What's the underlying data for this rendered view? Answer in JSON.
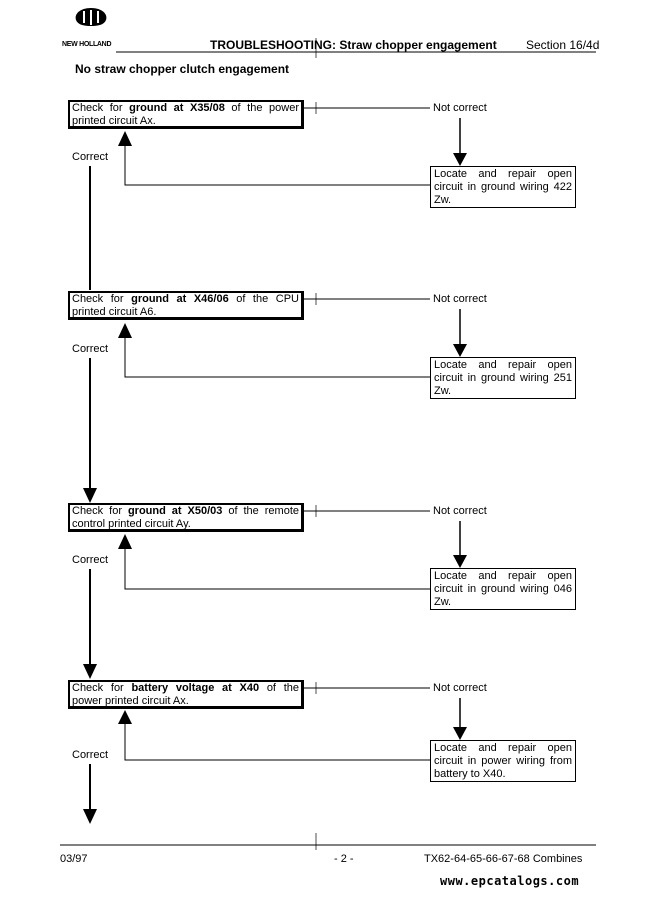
{
  "header": {
    "logo_text": "NEW HOLLAND",
    "title_bold": "TROUBLESHOOTING",
    "title_rest": ": Straw chopper engagement",
    "section": "Section 16/4d"
  },
  "subtitle": "No straw chopper clutch engagement",
  "steps": [
    {
      "check_pre": "Check for ",
      "check_bold": "ground at X35/08",
      "check_post": " of the power printed circuit Ax.",
      "not_correct": "Not correct",
      "correct": "Correct",
      "repair": "Locate and repair open circuit in ground wiring 422 Zw."
    },
    {
      "check_pre": "Check for ",
      "check_bold": "ground at X46/06",
      "check_post": " of the CPU printed circuit A6.",
      "not_correct": "Not correct",
      "correct": "Correct",
      "repair": "Locate and repair open circuit in ground wiring 251 Zw."
    },
    {
      "check_pre": "Check for ",
      "check_bold": "ground at X50/03",
      "check_post": " of the remote control printed circuit Ay.",
      "not_correct": "Not correct",
      "correct": "Correct",
      "repair": "Locate and repair open circuit in ground wiring 046 Zw."
    },
    {
      "check_pre": "Check for ",
      "check_bold": "battery voltage at X40",
      "check_post": " of the power printed circuit Ax.",
      "not_correct": "Not correct",
      "correct": "Correct",
      "repair": "Locate and repair open circuit in power wiring from battery to X40."
    }
  ],
  "footer": {
    "date": "03/97",
    "page": "- 2 -",
    "models": "TX62-64-65-66-67-68 Combines",
    "url": "www.epcatalogs.com"
  }
}
